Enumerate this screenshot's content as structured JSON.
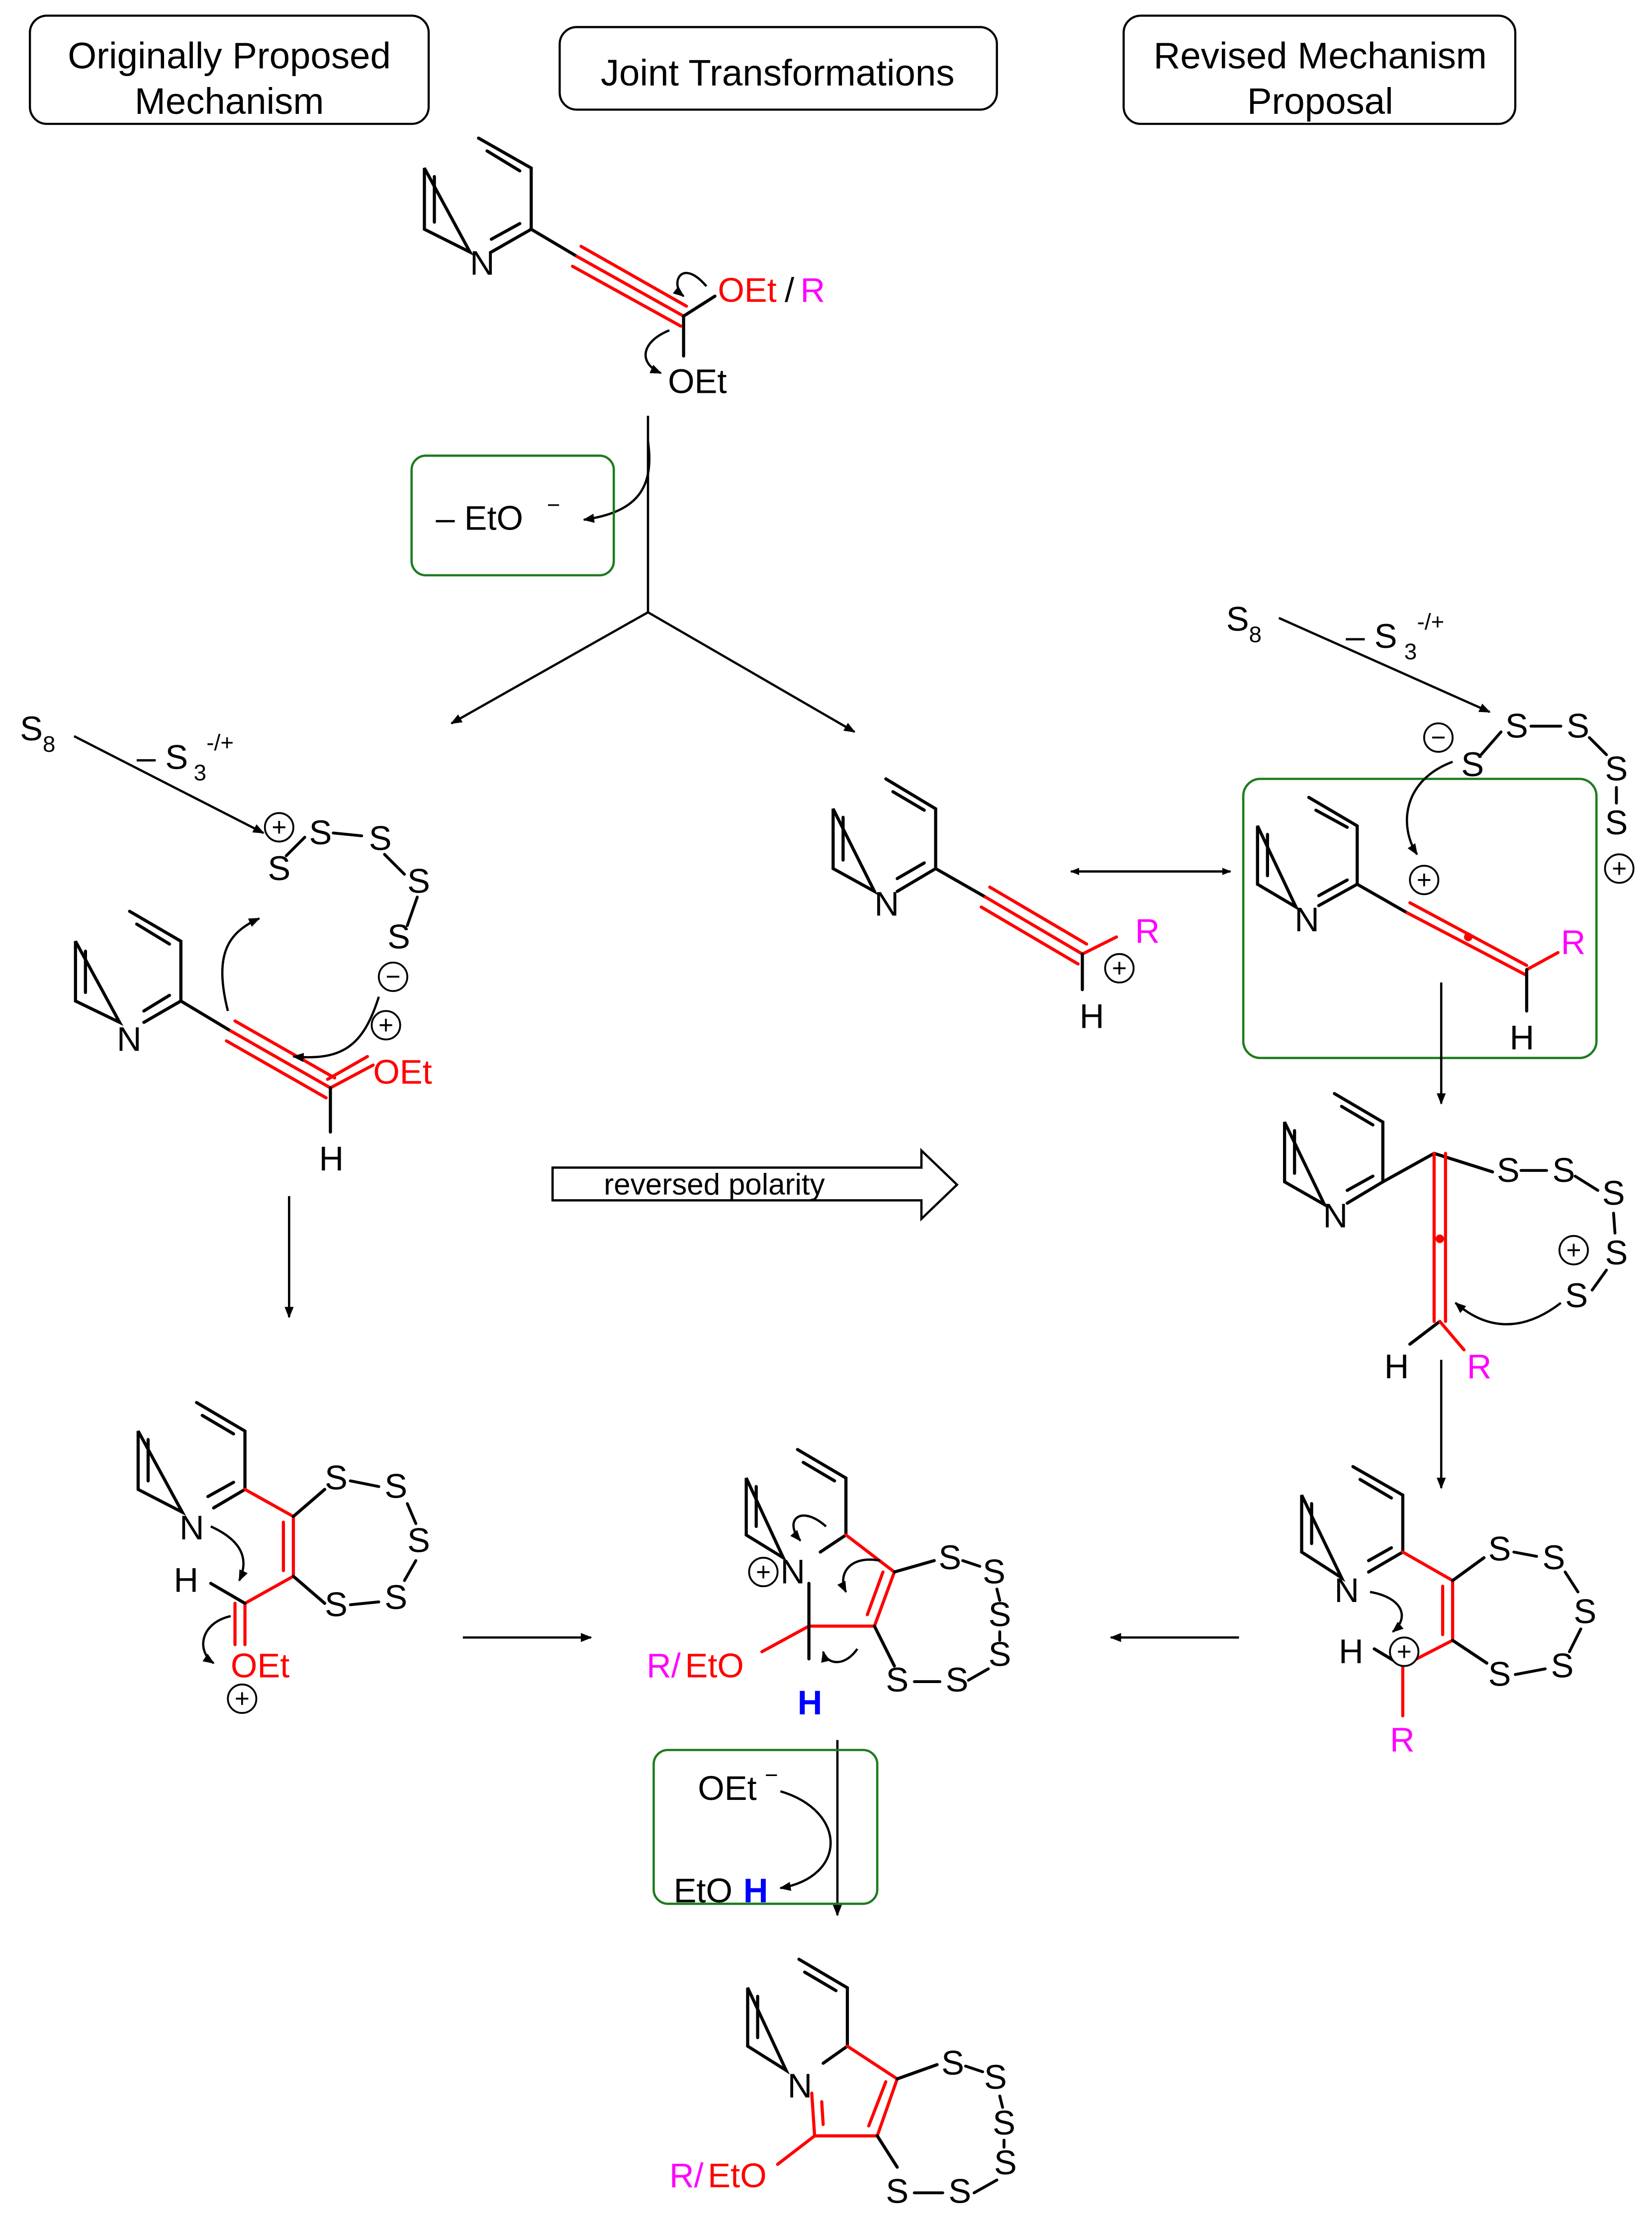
{
  "headers": {
    "left": [
      "Originally Proposed",
      "Mechanism"
    ],
    "center": "Joint Transformations",
    "right": [
      "Revised Mechanism",
      "Proposal"
    ]
  },
  "labels": {
    "n": "N",
    "s": "S",
    "h": "H",
    "r": "R",
    "oet": "OEt",
    "slash": "/",
    "r_slash": "R/",
    "eto": "EtO",
    "s8_s": "S",
    "s8_sub": "8",
    "s3_prefix": "– S",
    "s3_sub": "3",
    "s3_sup": "-/+",
    "plus": "+",
    "minus": "−"
  },
  "green_boxes": {
    "eto_loss": "– EtO",
    "eto_loss_sup": "−",
    "base": "OEt",
    "base_sup": "−",
    "ethanol": "EtO",
    "ethanol_h": "H"
  },
  "reversed_polarity": "reversed polarity",
  "colors": {
    "highlight_bonds": "#ff0000",
    "substituent": "#ff00ff",
    "transferred_proton": "#0000ff",
    "box_outline": "#1e7b1e"
  }
}
